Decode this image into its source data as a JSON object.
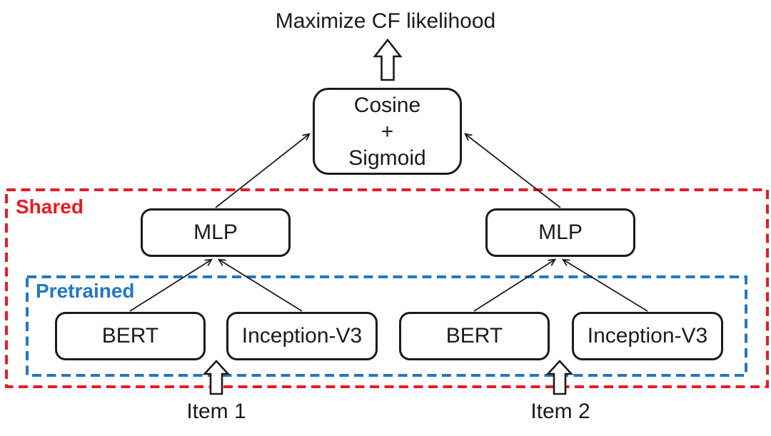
{
  "diagram": {
    "caption": "Maximize CF likelihood",
    "groups": {
      "shared": {
        "label": "Shared",
        "color": "#e81b26"
      },
      "pretrained": {
        "label": "Pretrained",
        "color": "#2277c3"
      }
    },
    "nodes": {
      "cosine_sigmoid": {
        "lines": [
          "Cosine",
          "+",
          "Sigmoid"
        ]
      },
      "mlp_left": {
        "label": "MLP"
      },
      "mlp_right": {
        "label": "MLP"
      },
      "bert_left": {
        "label": "BERT"
      },
      "inception_left": {
        "label": "Inception-V3"
      },
      "bert_right": {
        "label": "BERT"
      },
      "inception_right": {
        "label": "Inception-V3"
      }
    },
    "inputs": {
      "item1": {
        "label": "Item 1"
      },
      "item2": {
        "label": "Item 2"
      }
    },
    "edges": [
      "bert_left -> mlp_left",
      "inception_left -> mlp_left",
      "bert_right -> mlp_right",
      "inception_right -> mlp_right",
      "mlp_left -> cosine_sigmoid",
      "mlp_right -> cosine_sigmoid",
      "cosine_sigmoid -> caption (hollow arrow)",
      "item1 -> bert_left/inception_left (hollow arrow)",
      "item2 -> bert_right/inception_right (hollow arrow)"
    ],
    "line_color": "#1b1b1b"
  }
}
